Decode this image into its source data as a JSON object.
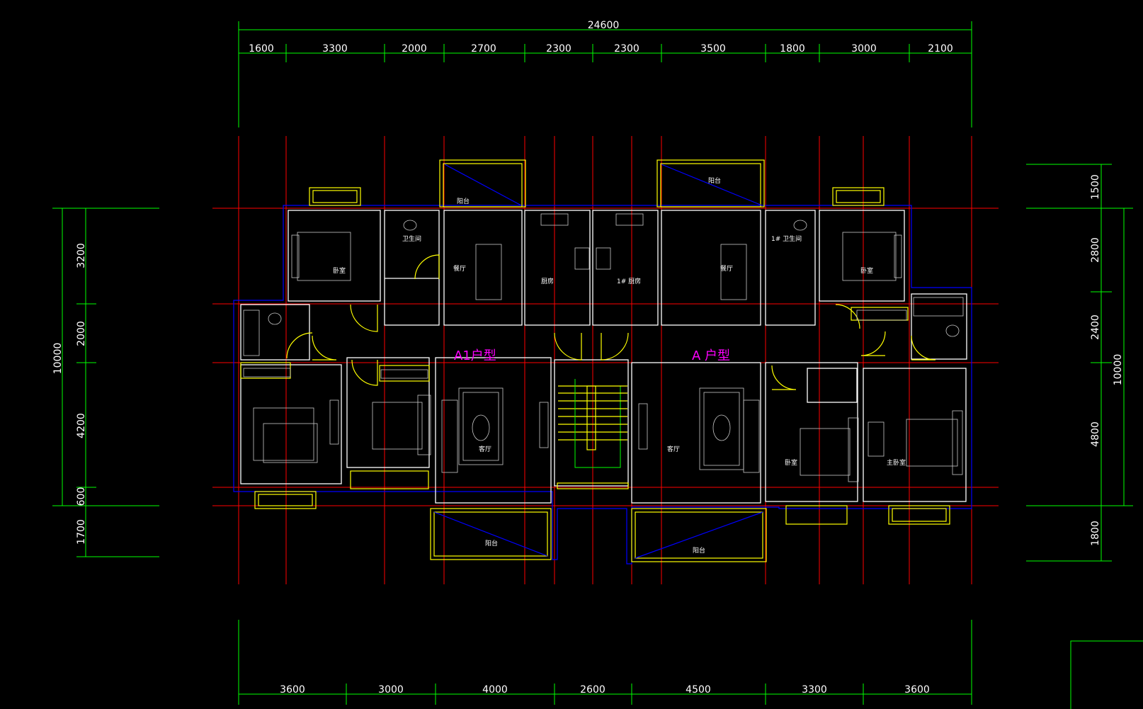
{
  "drawing": {
    "colors": {
      "background": "#000000",
      "dimension": "#00ff00",
      "axis": "#ff0000",
      "wall": "#ffffff",
      "outline": "#0000ff",
      "window": "#ffff00",
      "unit_label": "#ff00ff"
    },
    "overall_width": "24600",
    "top_dims": [
      "1600",
      "3300",
      "2000",
      "2700",
      "2300",
      "2300",
      "3500",
      "1800",
      "3000",
      "2100"
    ],
    "bottom_dims": [
      "3600",
      "3000",
      "4000",
      "2600",
      "4500",
      "3300",
      "3600"
    ],
    "left_total": "10000",
    "left_dims": [
      "3200",
      "2000",
      "4200",
      "600",
      "1700"
    ],
    "right_total": "10000",
    "right_dims": [
      "1500",
      "2800",
      "2400",
      "4800",
      "1800"
    ],
    "units": {
      "left": "A1户型",
      "right": "A 户型"
    },
    "rooms": {
      "balcony": "阳台",
      "bathroom": "卫生间",
      "bathroom_1": "1# 卫生间",
      "dining": "餐厅",
      "kitchen": "厨房",
      "kitchen_1": "1# 厨房",
      "bedroom": "卧室",
      "master_bedroom": "主卧室",
      "living": "客厅"
    }
  }
}
